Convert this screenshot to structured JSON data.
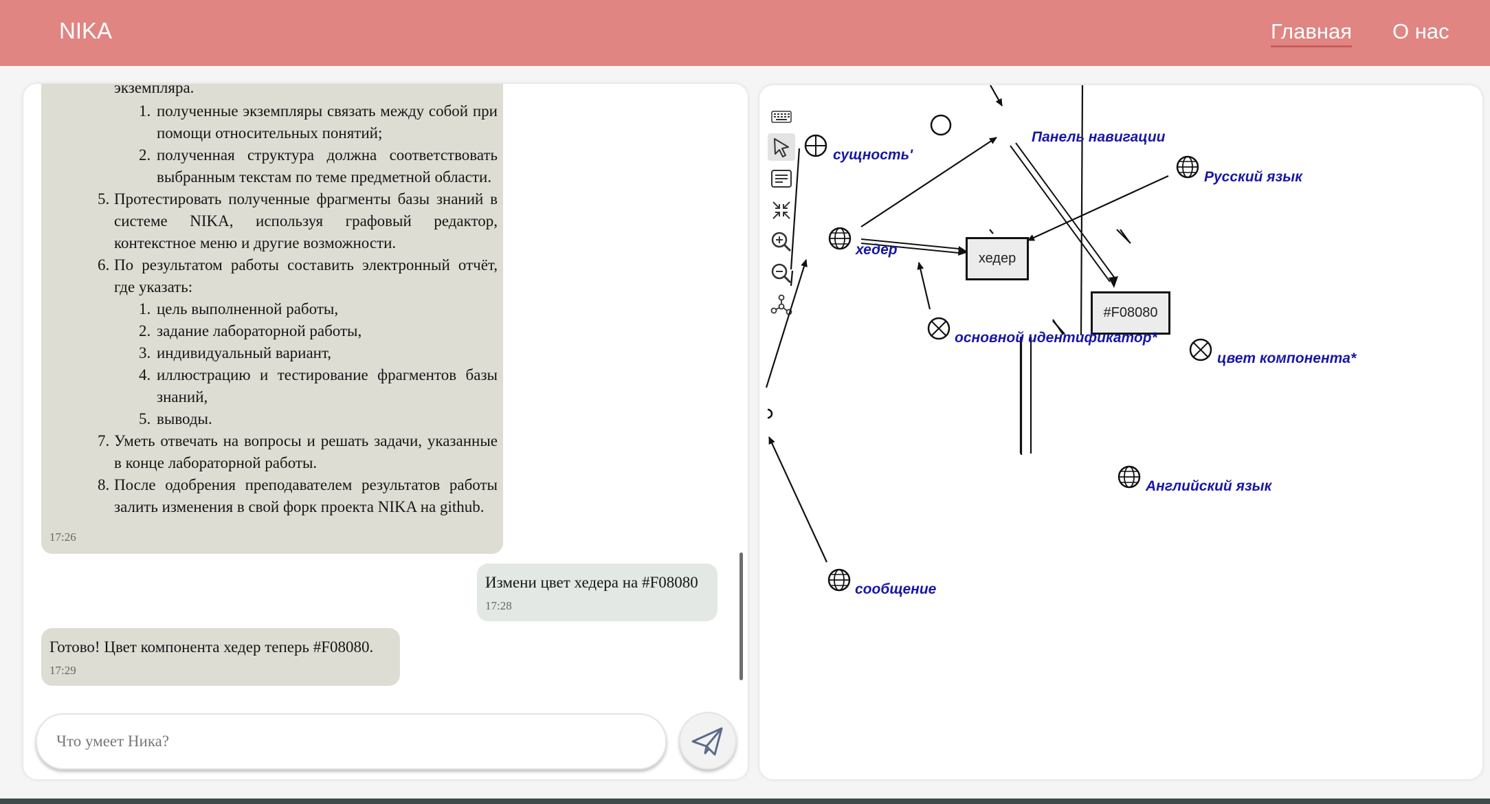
{
  "header": {
    "brand": "NIKA",
    "nav": {
      "home": "Главная",
      "about": "О нас"
    }
  },
  "chat": {
    "messages": [
      {
        "sender": "bot",
        "time": "17:26",
        "lines": {
          "top_clipped": "экземпляра.",
          "s1a": "полученные экземпляры связать между собой при",
          "s1b": "помощи относительных понятий;",
          "s2a": "полученная структура должна соответствовать",
          "s2b": "выбранным текстам по теме предметной области.",
          "i5a": "Протестировать полученные фрагменты базы знаний в",
          "i5b": "системе NIKA, используя графовый редактор,",
          "i5c": "контекстное меню и другие возможности.",
          "i6a": "По результатом работы составить электронный отчёт,",
          "i6b": "где указать:",
          "r1": "цель выполненной работы,",
          "r2": "задание лабораторной работы,",
          "r3": "индивидуальный вариант,",
          "r4a": "иллюстрацию и тестирование фрагментов базы",
          "r4b": "знаний,",
          "r5": "выводы.",
          "i7a": "Уметь отвечать на вопросы и решать задачи, указанные",
          "i7b": "в конце лабораторной работы.",
          "i8a": "После одобрения преподавателем результатов работы",
          "i8b": "залить изменения в свой форк проекта NIKA на github."
        },
        "numbers": {
          "s1": "1.",
          "s2": "2.",
          "i5": "5.",
          "i6": "6.",
          "r1": "1.",
          "r2": "2.",
          "r3": "3.",
          "r4": "4.",
          "r5": "5.",
          "i7": "7.",
          "i8": "8."
        }
      },
      {
        "sender": "user",
        "time": "17:28",
        "text": "Измени цвет хедера на #F08080"
      },
      {
        "sender": "bot",
        "time": "17:29",
        "text": "Готово! Цвет компонента хедер теперь #F08080."
      }
    ],
    "input_placeholder": "Что умеет Ника?",
    "send_icon": "paper-plane-icon"
  },
  "graph": {
    "tools": [
      "keyboard-icon",
      "pointer-icon",
      "text-icon",
      "collapse-icon",
      "zoom-in-icon",
      "zoom-out-icon",
      "network-icon"
    ],
    "labels": {
      "nav_panel": "Панель навигации",
      "entity": "сущность'",
      "russian": "Русский язык",
      "header": "хедер",
      "header_box": "хедер",
      "color_box": "#F08080",
      "main_id": "основной идентификатор*",
      "color_attr": "цвет компонента*",
      "english": "Английский язык",
      "message": "сообщение"
    },
    "colors": {
      "label": "#1717a6",
      "node_fill": "#ececec"
    }
  },
  "colors": {
    "header_bg": "#e08582",
    "bot_bubble": "#deddd3",
    "user_bubble": "#e3e8e5"
  }
}
